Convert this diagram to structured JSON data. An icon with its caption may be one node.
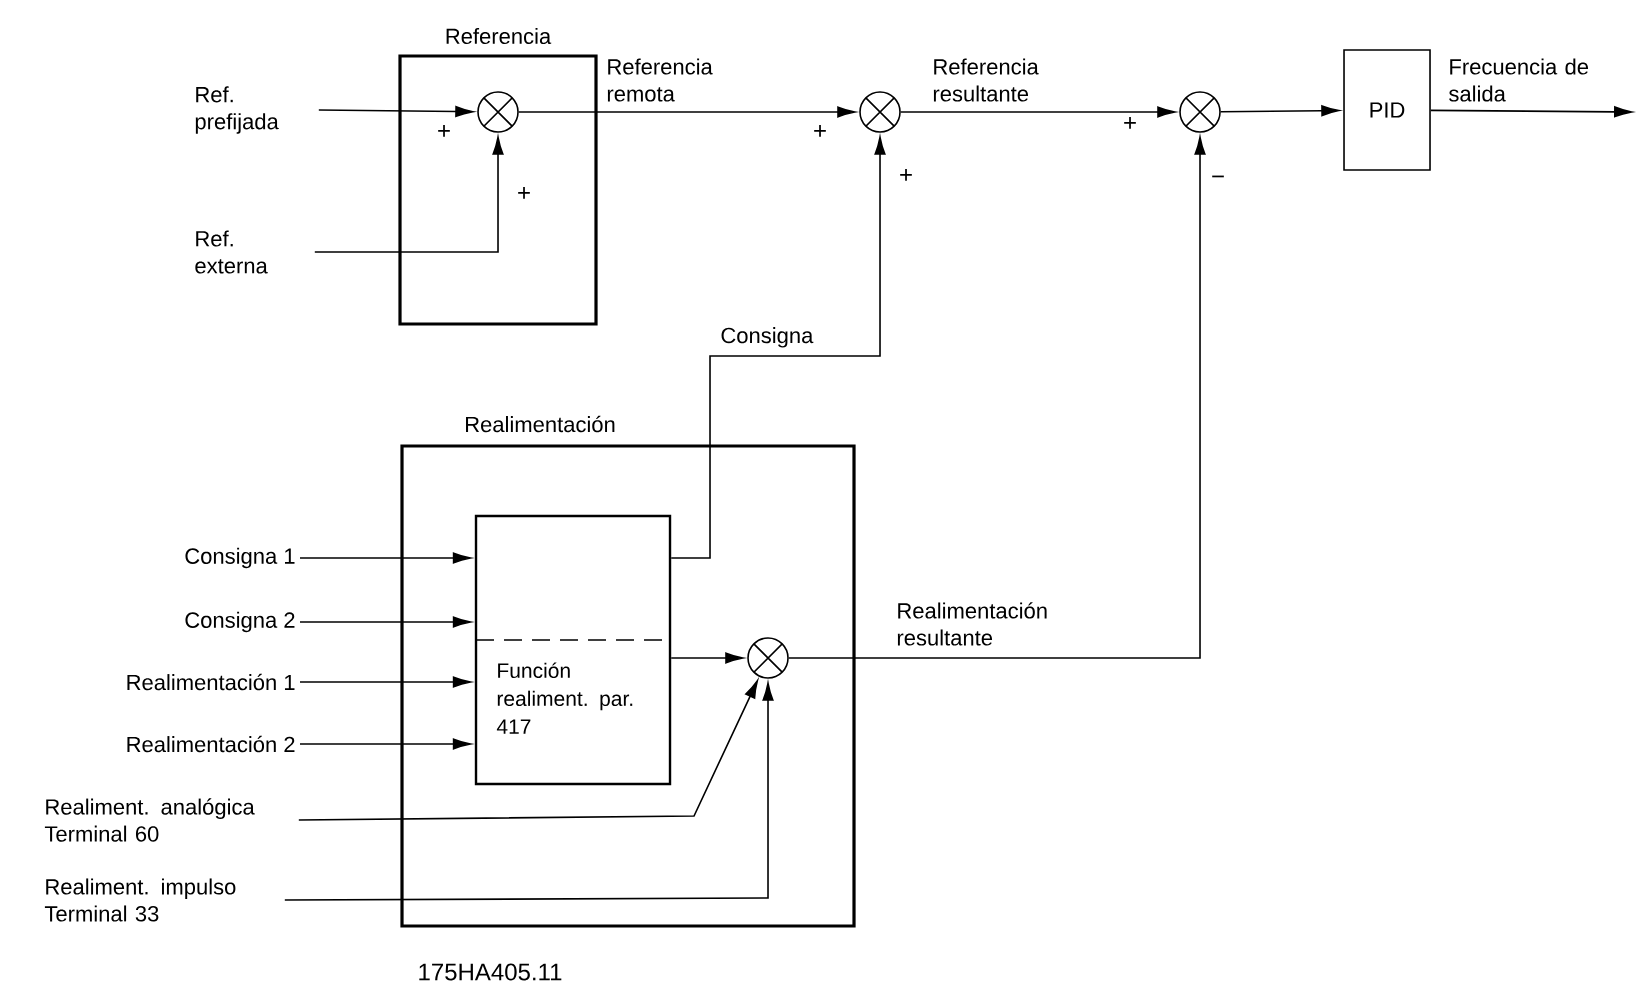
{
  "diagram": {
    "nodes": [
      {
        "text": [
          "Referencia"
        ]
      },
      {
        "text": [],
        "shape": "circle",
        "in": 0
      },
      {
        "text": [
          "Ref. prefijada"
        ]
      },
      {
        "text": [
          "Ref. externa"
        ]
      },
      {
        "text": [],
        "shape": "circle"
      },
      {
        "text": [],
        "shape": "circle"
      },
      {
        "text": [
          "PID"
        ]
      },
      {
        "text": [
          "Realimentación"
        ]
      },
      {
        "text": [
          "Función realiment. par. 417"
        ],
        "in": 7
      },
      {
        "text": [],
        "shape": "circle",
        "in": 7
      },
      {
        "text": [
          "Consigna 1"
        ]
      },
      {
        "text": [
          "Consigna 2"
        ]
      },
      {
        "text": [
          "Realimentación 1"
        ]
      },
      {
        "text": [
          "Realimentación 2"
        ]
      },
      {
        "text": [
          "Realiment. analógica Terminal 60"
        ]
      },
      {
        "text": [
          "Realiment. impulso Terminal 33"
        ]
      }
    ],
    "edges": [
      {
        "from": 2,
        "to": 1,
        "arrow": "to"
      },
      {
        "from": 3,
        "to": 1,
        "arrow": "to"
      },
      {
        "from": 1,
        "to": 4,
        "arrow": "to",
        "label": "Referencia remota"
      },
      {
        "from": 8,
        "to": 4,
        "arrow": "to",
        "label": "Consigna"
      },
      {
        "from": 4,
        "to": 5,
        "arrow": "to",
        "label": "Referencia resultante"
      },
      {
        "from": 5,
        "to": 6,
        "arrow": "to"
      },
      {
        "from": 6,
        "to": null,
        "arrow": "to",
        "label": "Frecuencia de salida"
      },
      {
        "from": 10,
        "to": 8,
        "arrow": "to"
      },
      {
        "from": 11,
        "to": 8,
        "arrow": "to"
      },
      {
        "from": 12,
        "to": 8,
        "arrow": "to"
      },
      {
        "from": 13,
        "to": 8,
        "arrow": "to"
      },
      {
        "from": 8,
        "to": 9,
        "arrow": "to"
      },
      {
        "from": 14,
        "to": 9,
        "arrow": "to"
      },
      {
        "from": 15,
        "to": 9,
        "arrow": "to"
      },
      {
        "from": 9,
        "to": 5,
        "arrow": "to",
        "label": "Realimentación resultante"
      }
    ],
    "labels": [
      "+",
      "+",
      "+",
      "+",
      "+",
      "−",
      "175HA405.11"
    ]
  }
}
